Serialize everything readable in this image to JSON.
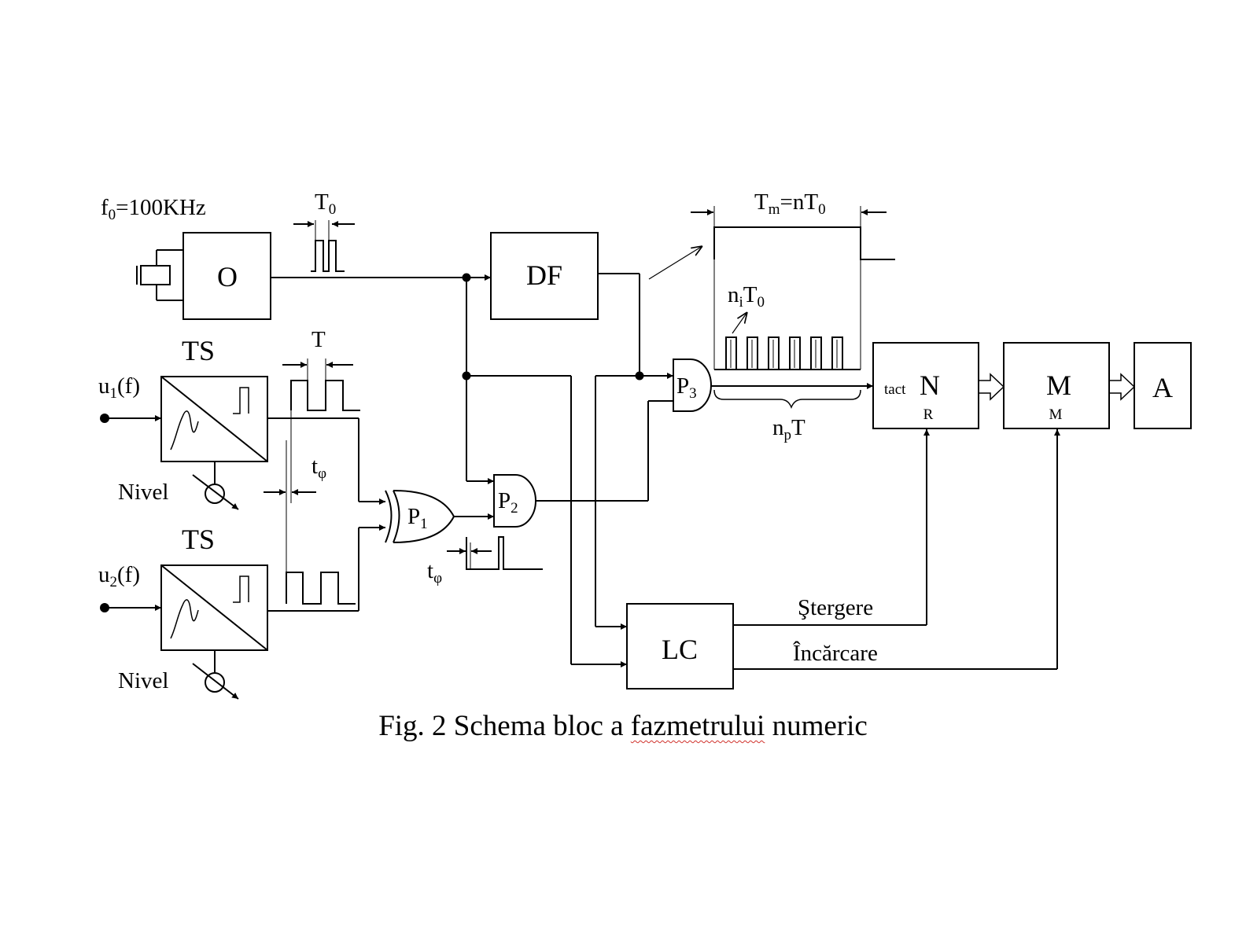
{
  "oscillator": {
    "freq_main": "f",
    "freq_sub": "0",
    "freq_rest": "=100KHz",
    "label": "O",
    "period_main": "T",
    "period_sub": "0"
  },
  "blocks": {
    "df": "DF",
    "lc": "LC",
    "counter": {
      "label": "N",
      "clock": "tact",
      "reset": "R"
    },
    "memory": {
      "label": "M",
      "load": "M"
    },
    "display": "A"
  },
  "shapers": {
    "ts1_label": "TS",
    "ts2_label": "TS",
    "input1_main": "u",
    "input1_sub": "1",
    "input1_rest": "(f)",
    "input2_main": "u",
    "input2_sub": "2",
    "input2_rest": "(f)",
    "level1": "Nivel",
    "level2": "Nivel",
    "period_label": "T"
  },
  "gates": {
    "p1_main": "P",
    "p1_sub": "1",
    "p2_main": "P",
    "p2_sub": "2",
    "p3_main": "P",
    "p3_sub": "3"
  },
  "timing": {
    "tphi_main": "t",
    "tphi_sub": "φ",
    "tm_main": "T",
    "tm_sub": "m",
    "tm_mid": "=nT",
    "tm_sub2": "0",
    "ni_main": "n",
    "ni_sub": "i",
    "ni_mid": "T",
    "ni_sub2": "0",
    "np_main": "n",
    "np_sub": "p",
    "np_rest": "T"
  },
  "signals": {
    "clear": "Ştergere",
    "load": "Încărcare"
  },
  "caption": {
    "before": "Fig. 2 Schema bloc a ",
    "flagged": "fazmetrului",
    "after": " numeric"
  },
  "colors": {
    "ink": "#000000",
    "spellcheck": "#d0302a"
  }
}
